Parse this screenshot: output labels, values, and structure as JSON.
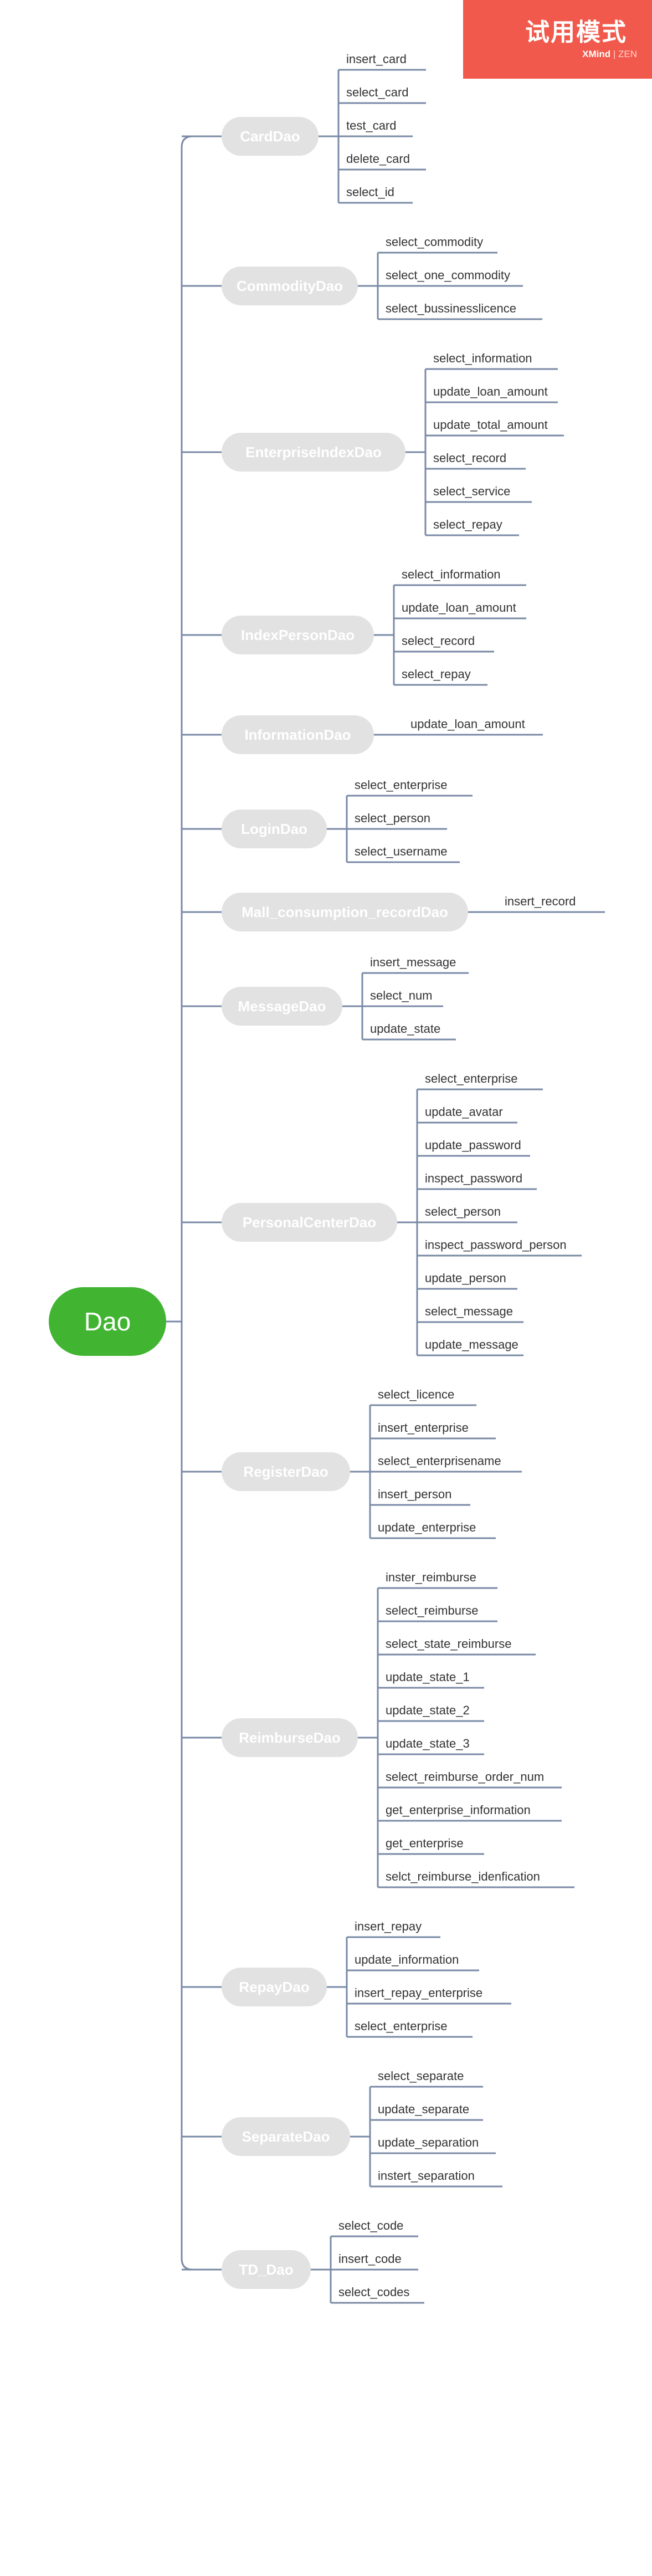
{
  "watermark": {
    "title": "试用模式",
    "brand": "XMind",
    "edition": "ZEN"
  },
  "colors": {
    "root_fill": "#41b532",
    "branch_fill": "#e2e2e2",
    "branch_text": "#ffffff",
    "line": "#7a8aa6",
    "leaf_text": "#333333",
    "badge": "#f0594b"
  },
  "root": {
    "label": "Dao",
    "children": [
      {
        "label": "CardDao",
        "children": [
          "insert_card",
          "select_card",
          "test_card",
          "delete_card",
          "select_id"
        ]
      },
      {
        "label": "CommodityDao",
        "children": [
          "select_commodity",
          "select_one_commodity",
          "select_bussinesslicence"
        ]
      },
      {
        "label": "EnterpriseIndexDao",
        "children": [
          "select_information",
          "update_loan_amount",
          "update_total_amount",
          "select_record",
          "select_service",
          "select_repay"
        ]
      },
      {
        "label": "IndexPersonDao",
        "children": [
          "select_information",
          "update_loan_amount",
          "select_record",
          "select_repay"
        ]
      },
      {
        "label": "InformationDao",
        "children": [
          "update_loan_amount"
        ]
      },
      {
        "label": "LoginDao",
        "children": [
          "select_enterprise",
          "select_person",
          "select_username"
        ]
      },
      {
        "label": "Mall_consumption_recordDao",
        "children": [
          "insert_record"
        ]
      },
      {
        "label": "MessageDao",
        "children": [
          "insert_message",
          "select_num",
          "update_state"
        ]
      },
      {
        "label": "PersonalCenterDao",
        "children": [
          "select_enterprise",
          "update_avatar",
          "update_password",
          "inspect_password",
          "select_person",
          "inspect_password_person",
          "update_person",
          "select_message",
          "update_message"
        ]
      },
      {
        "label": "RegisterDao",
        "children": [
          "select_licence",
          "insert_enterprise",
          "select_enterprisename",
          "insert_person",
          "update_enterprise"
        ]
      },
      {
        "label": "ReimburseDao",
        "children": [
          "inster_reimburse",
          "select_reimburse",
          "select_state_reimburse",
          "update_state_1",
          "update_state_2",
          "update_state_3",
          "select_reimburse_order_num",
          "get_enterprise_information",
          "get_enterprise",
          "selct_reimburse_idenfication"
        ]
      },
      {
        "label": "RepayDao",
        "children": [
          "insert_repay",
          "update_information",
          "insert_repay_enterprise",
          "select_enterprise"
        ]
      },
      {
        "label": "SeparateDao",
        "children": [
          "select_separate",
          "update_separate",
          "update_separation",
          "instert_separation"
        ]
      },
      {
        "label": "TD_Dao",
        "children": [
          "select_code",
          "insert_code",
          "select_codes"
        ]
      }
    ]
  }
}
